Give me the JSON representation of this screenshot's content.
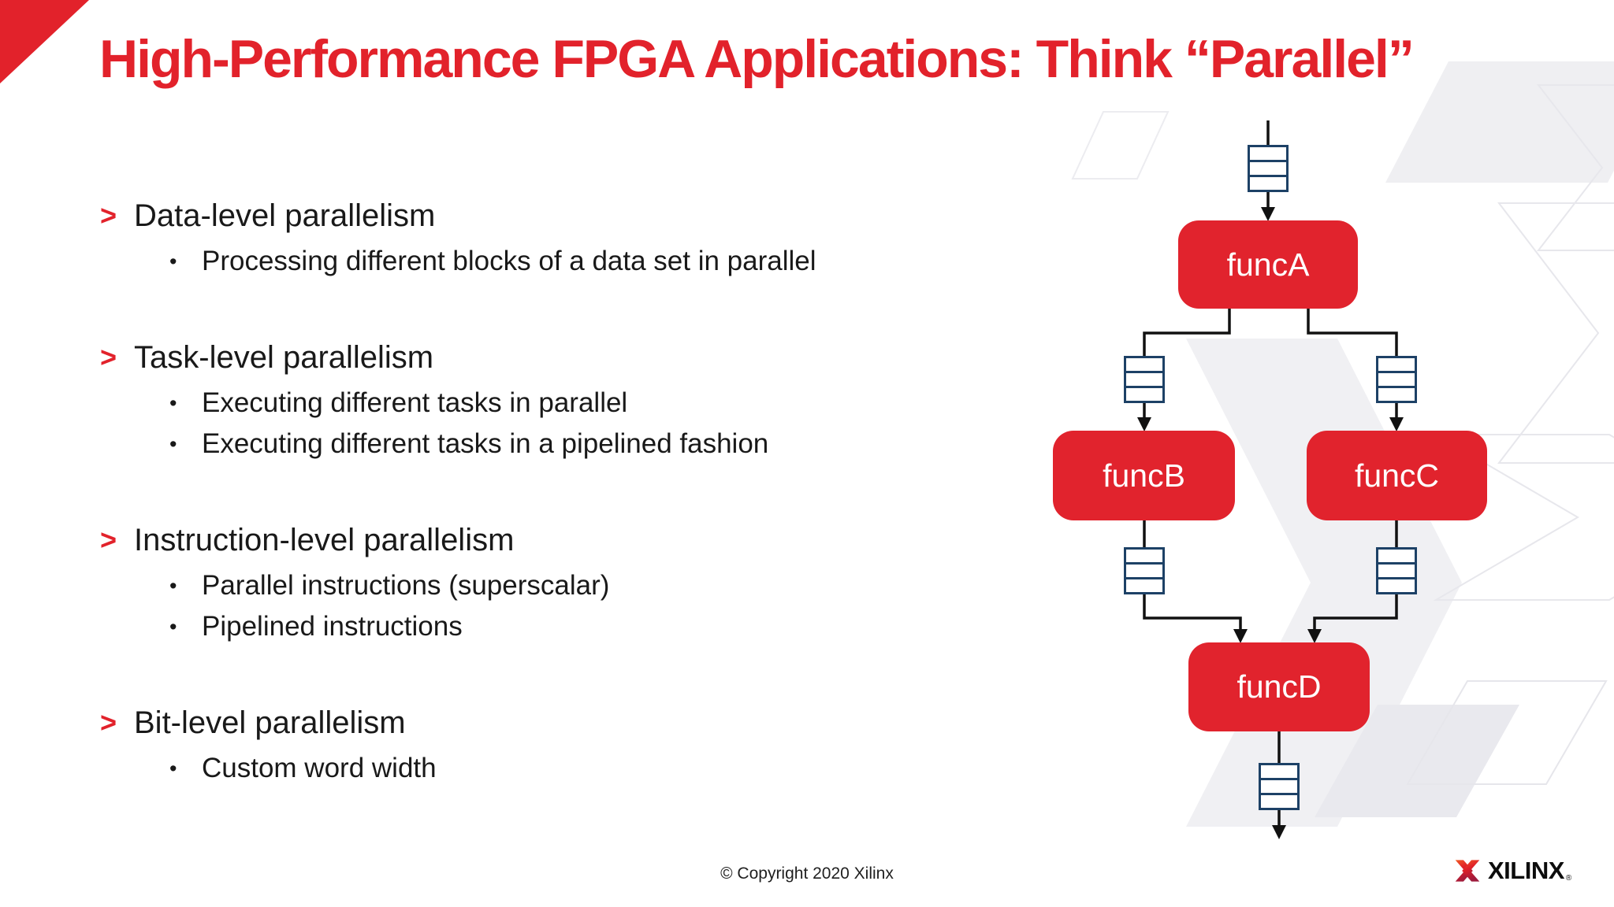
{
  "slide": {
    "title": "High-Performance FPGA Applications: Think “Parallel”",
    "bullets": {
      "marker": ">",
      "dot": "•",
      "groups": [
        {
          "heading": "Data-level parallelism",
          "items": [
            "Processing different blocks of a data set in parallel"
          ]
        },
        {
          "heading": "Task-level parallelism",
          "items": [
            "Executing different tasks in parallel",
            "Executing different tasks in a pipelined fashion"
          ]
        },
        {
          "heading": "Instruction-level parallelism",
          "items": [
            "Parallel instructions (superscalar)",
            "Pipelined instructions"
          ]
        },
        {
          "heading": "Bit-level parallelism",
          "items": [
            "Custom word width"
          ]
        }
      ]
    },
    "diagram": {
      "nodes": {
        "a": "funcA",
        "b": "funcB",
        "c": "funcC",
        "d": "funcD"
      },
      "fifo_icon": "fifo-queue",
      "flow": "in → funcA → (funcB | funcC) → funcD → out"
    },
    "footer": {
      "copyright": "© Copyright 2020 Xilinx",
      "brand": "XILINX",
      "registered": "®"
    },
    "colors": {
      "brand_red": "#e2222b",
      "node_red": "#e1232d",
      "fifo_border": "#1d4166",
      "connector": "#111111",
      "watermark_fill": "#f0f0f3",
      "watermark_stroke": "#e7e7ec"
    }
  }
}
